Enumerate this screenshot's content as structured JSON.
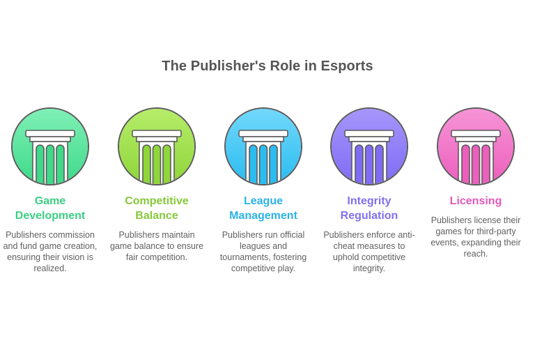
{
  "title": "The Publisher's Role in Esports",
  "items": [
    {
      "heading_line1": "Game",
      "heading_line2": "Development",
      "description": "Publishers commission and fund game creation, ensuring their vision is realized.",
      "icon": "pillar-icon",
      "color": "#3fd98a",
      "color_light": "#7ff0b6",
      "text_color": "#3ccf84"
    },
    {
      "heading_line1": "Competitive",
      "heading_line2": "Balance",
      "description": "Publishers maintain game balance to ensure fair competition.",
      "icon": "pillar-icon",
      "color": "#8fd63a",
      "color_light": "#b6ec6a",
      "text_color": "#86c93a"
    },
    {
      "heading_line1": "League",
      "heading_line2": "Management",
      "description": "Publishers run official leagues and tournaments, fostering competitive play.",
      "icon": "pillar-icon",
      "color": "#2bbcf0",
      "color_light": "#72d8fb",
      "text_color": "#2bb3e8"
    },
    {
      "heading_line1": "Integrity",
      "heading_line2": "Regulation",
      "description": "Publishers enforce anti-cheat measures to uphold competitive integrity.",
      "icon": "pillar-icon",
      "color": "#7f6cf5",
      "color_light": "#a696fb",
      "text_color": "#8070f0"
    },
    {
      "heading_line1": "Licensing",
      "heading_line2": "",
      "description": "Publishers license their games for third-party events, expanding their reach.",
      "icon": "pillar-icon",
      "color": "#ec5fbd",
      "color_light": "#f694d6",
      "text_color": "#e55ab8"
    }
  ]
}
